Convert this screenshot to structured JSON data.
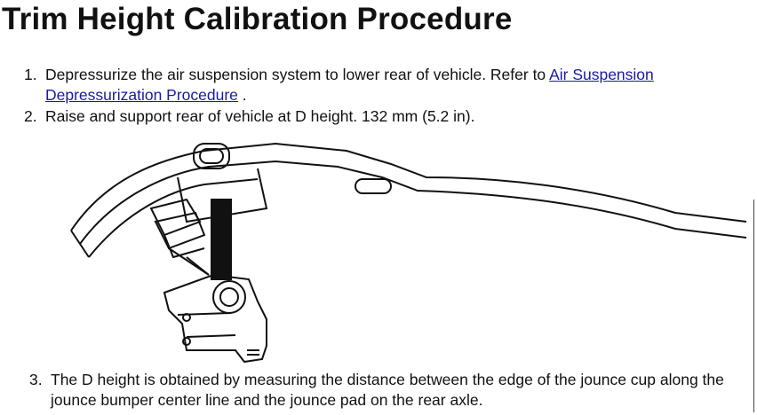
{
  "title": "Trim Height Calibration Procedure",
  "steps": [
    {
      "num": "1.",
      "text": "Depressurize the air suspension system to lower rear of vehicle. Refer to ",
      "link": "Air Suspension Depressurization Procedure",
      "after": " ."
    },
    {
      "num": "2.",
      "text": "Raise and support rear of vehicle at D height. 132 mm (5.2 in)."
    },
    {
      "num": "3.",
      "text": "The D height is obtained by measuring the distance between the edge of the jounce cup along the jounce bumper center line and the jounce pad on the rear axle."
    }
  ]
}
